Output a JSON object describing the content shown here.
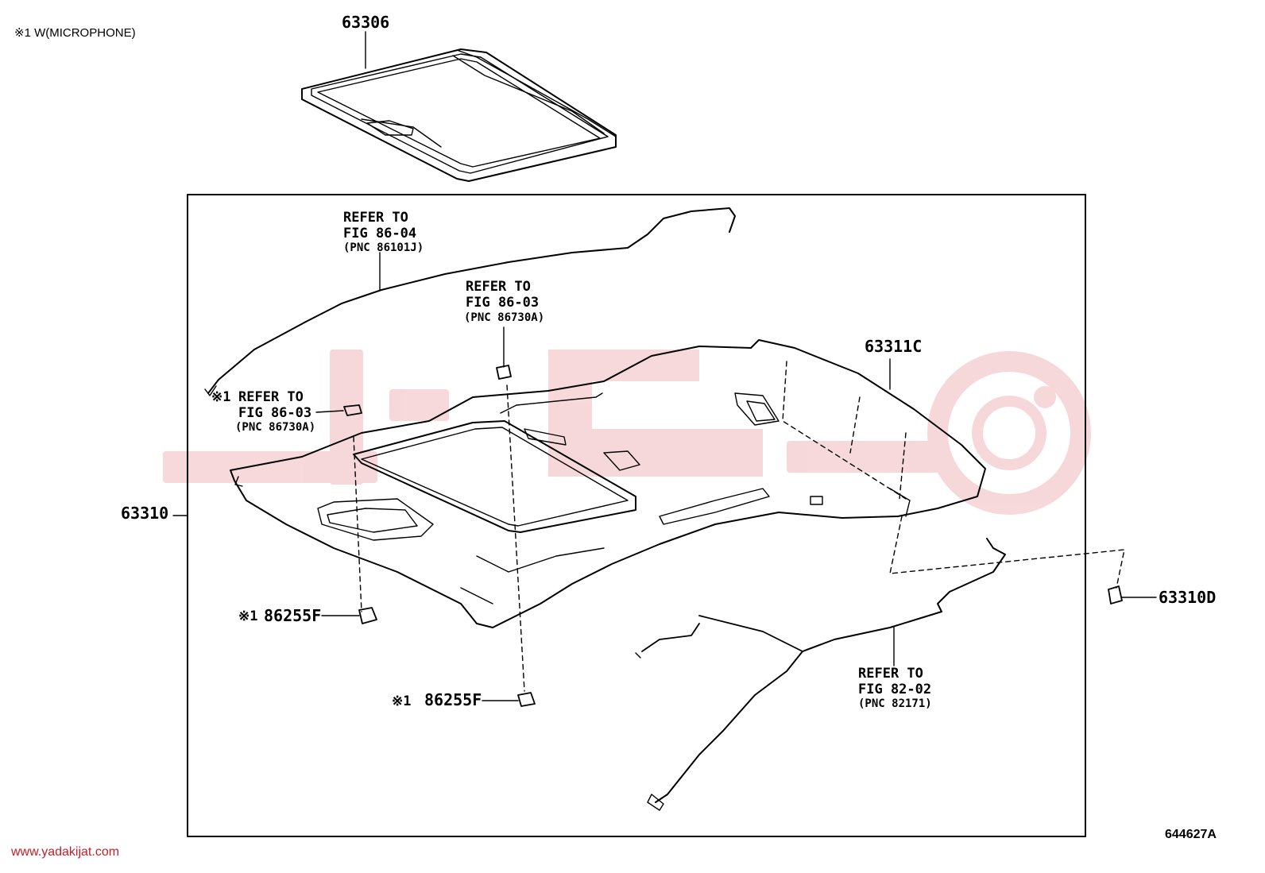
{
  "note": "※1 W(MICROPHONE)",
  "parts": {
    "sunshade": "63306",
    "headliner": "63310",
    "headliner_sub": "63311C",
    "clip": "63310D",
    "map_lamp_left": "86255F",
    "map_lamp_center": "86255F"
  },
  "marks": {
    "star1": "※1"
  },
  "refs": {
    "r1": {
      "line1": "REFER TO",
      "line2": "FIG 86-04",
      "line3": "(PNC 86101J)"
    },
    "r2": {
      "line1": "REFER TO",
      "line2": "FIG 86-03",
      "line3": "(PNC 86730A)"
    },
    "r3": {
      "line1": "REFER TO",
      "line2": "FIG 86-03",
      "line3": "(PNC 86730A)"
    },
    "r4": {
      "line1": "REFER TO",
      "line2": "FIG 82-02",
      "line3": "(PNC 82171)"
    }
  },
  "footer": {
    "website": "www.yadakijat.com",
    "code": "644627A"
  },
  "colors": {
    "watermark": "#f3c3c6",
    "website": "#c0202a"
  }
}
